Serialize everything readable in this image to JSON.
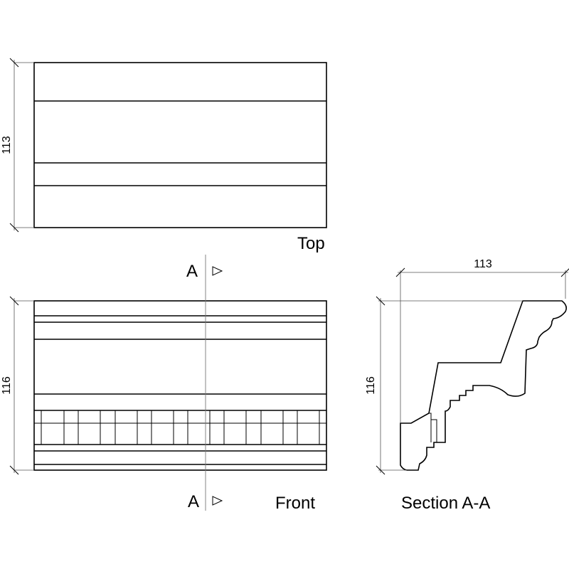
{
  "views": {
    "top_label": "Top",
    "front_label": "Front",
    "section_label": "Section A-A"
  },
  "dimensions": {
    "top_height": "113",
    "front_height": "116",
    "section_width": "113",
    "section_height": "116"
  },
  "section_marker": {
    "letter_top": "A",
    "letter_bottom": "A"
  }
}
